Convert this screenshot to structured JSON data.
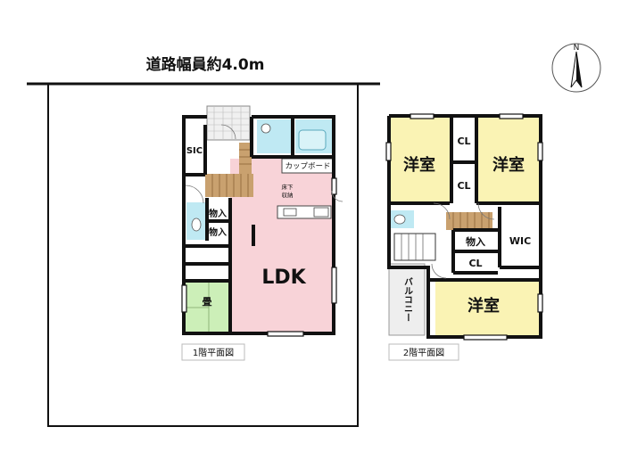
{
  "road": {
    "label": "道路幅員約4.0m"
  },
  "compass": {
    "north": "N"
  },
  "floor1": {
    "caption": "1階平面図",
    "rooms": {
      "sic": "SIC",
      "storage_a": "物入",
      "storage_b": "物入",
      "cupboard": "カップボード",
      "underfloor_1": "床下",
      "underfloor_2": "収納",
      "ldk": "LDK",
      "tatami": "畳"
    }
  },
  "floor2": {
    "caption": "2階平面図",
    "rooms": {
      "western_nw": "洋室",
      "western_ne": "洋室",
      "western_s": "洋室",
      "cl_top": "CL",
      "cl_mid": "CL",
      "cl_low": "CL",
      "storage": "物入",
      "wic": "WIC",
      "balcony": "バルコニー"
    }
  },
  "colors": {
    "ldk": "#f8d3d8",
    "tatami": "#ccefb8",
    "western": "#faf3b4",
    "water": "#bfe9f3",
    "wood": "#c9a16f",
    "wall": "#1a1a1a",
    "balcony": "#eeeeee"
  }
}
